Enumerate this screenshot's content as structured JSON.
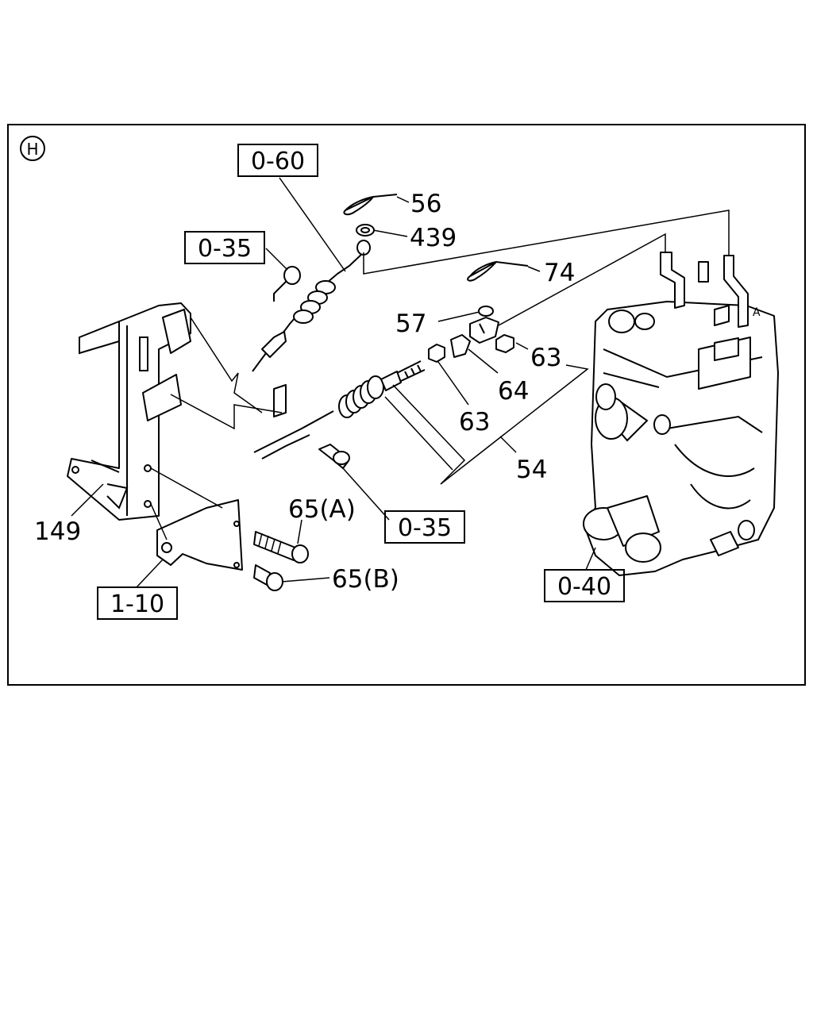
{
  "diagram": {
    "section_marker": "H",
    "reference_boxes": [
      {
        "id": "ref-0-60",
        "text": "0-60"
      },
      {
        "id": "ref-0-35-top",
        "text": "0-35"
      },
      {
        "id": "ref-0-35-bottom",
        "text": "0-35"
      },
      {
        "id": "ref-0-40",
        "text": "0-40"
      },
      {
        "id": "ref-1-10",
        "text": "1-10"
      }
    ],
    "part_labels": {
      "p56": "56",
      "p439": "439",
      "p74": "74",
      "p57": "57",
      "p63_right": "63",
      "p64": "64",
      "p63_mid": "63",
      "p54": "54",
      "p149": "149",
      "p65a": "65(A)",
      "p65b": "65(B)"
    },
    "pump_mark": "A"
  }
}
